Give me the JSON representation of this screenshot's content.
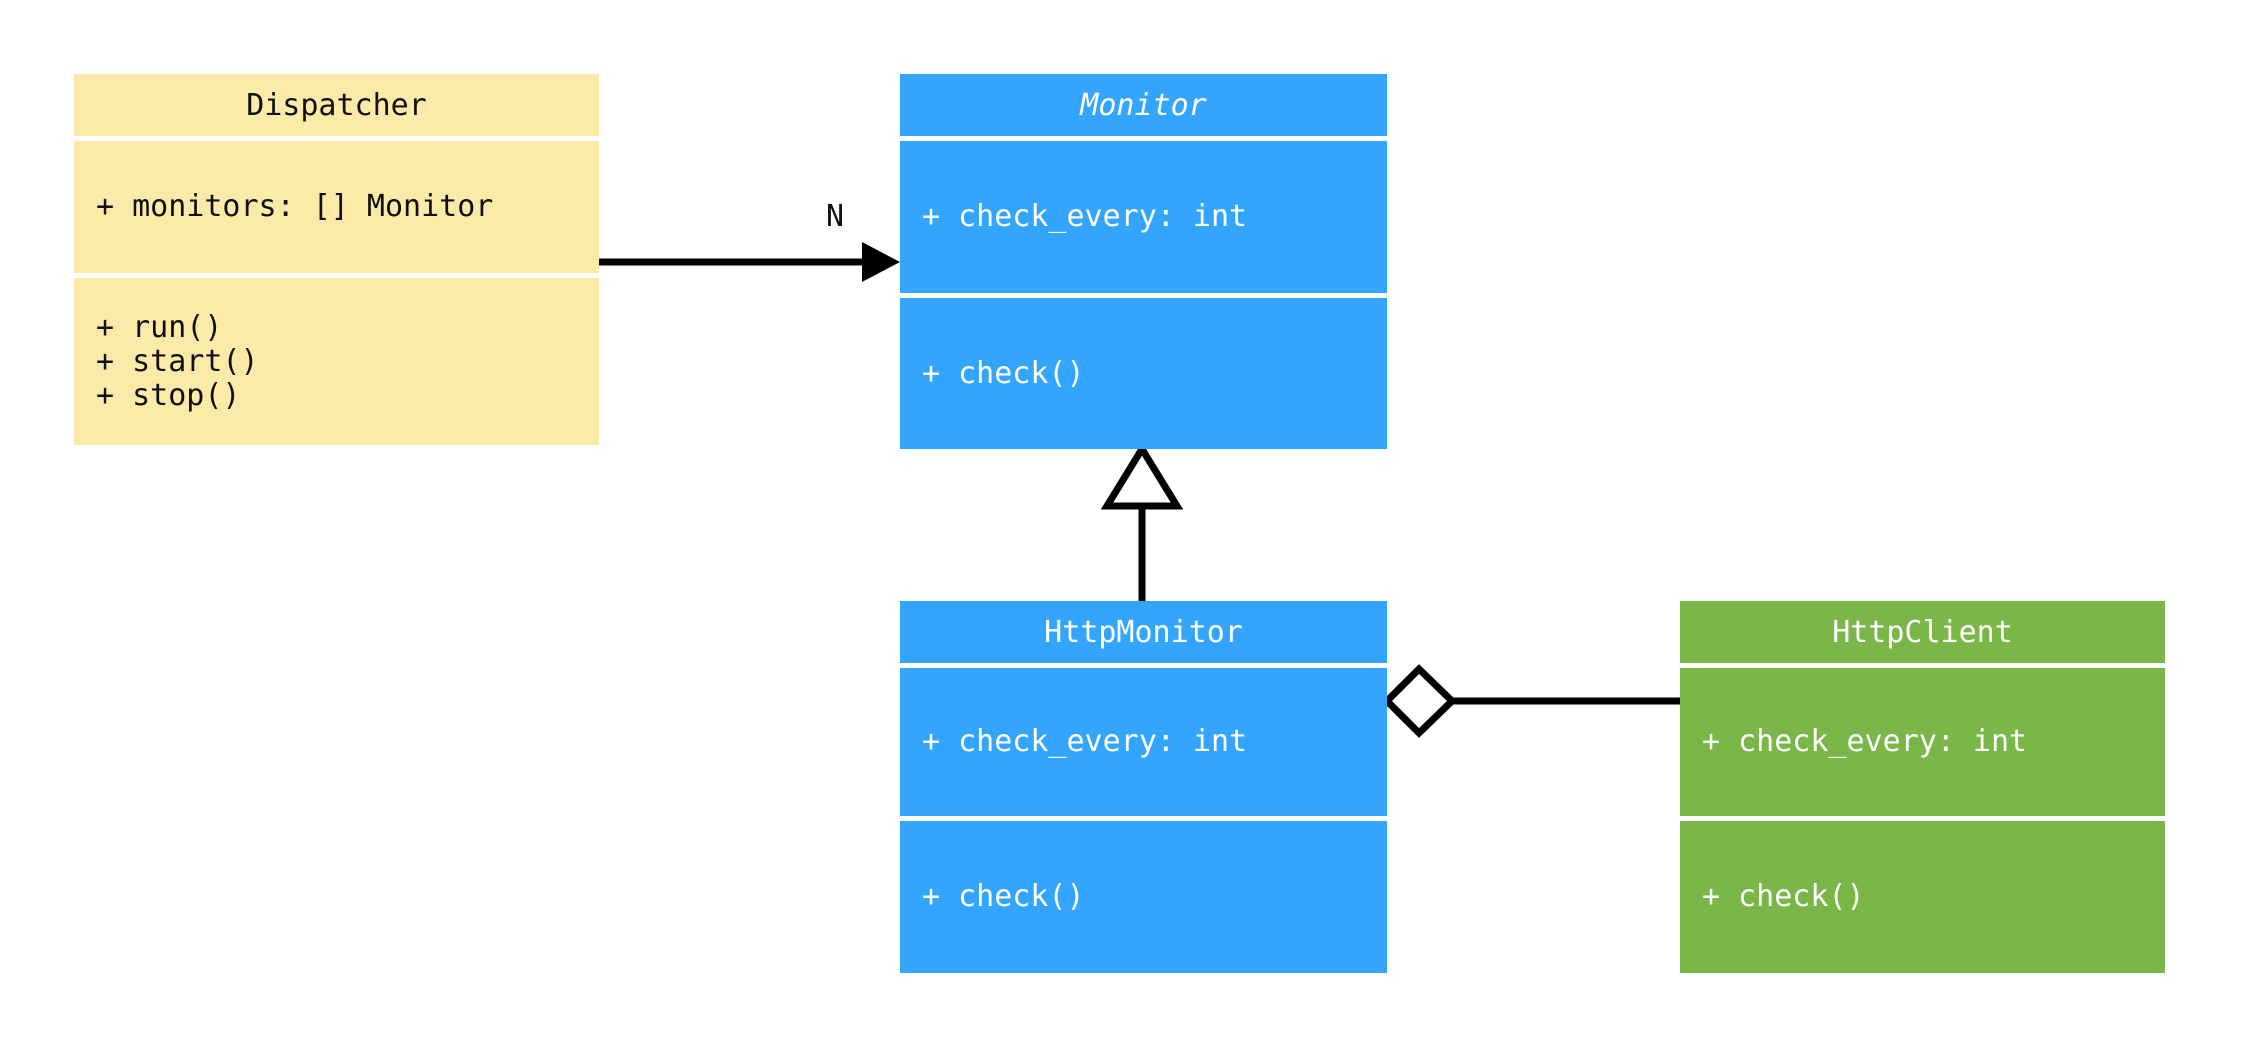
{
  "diagram": {
    "type": "uml-class-diagram",
    "title": "",
    "background_color": "#ffffff",
    "palette": {
      "yellow": "#fceba8",
      "blue": "#33a5ff",
      "green": "#7ab648",
      "line": "#000000",
      "dark_text": "#101010",
      "light_text": "#ffffff"
    }
  },
  "classes": [
    {
      "id": "dispatcher",
      "name": "Dispatcher",
      "abstract": false,
      "color": "#fceba8",
      "text_color": "#101010",
      "attributes": [
        "+ monitors: [] Monitor"
      ],
      "operations": [
        "+ run()",
        "+ start()",
        "+ stop()"
      ]
    },
    {
      "id": "monitor",
      "name": "Monitor",
      "abstract": true,
      "color": "#33a5ff",
      "text_color": "#ffffff",
      "attributes": [
        "+ check_every: int"
      ],
      "operations": [
        "+ check()"
      ]
    },
    {
      "id": "httpmonitor",
      "name": "HttpMonitor",
      "abstract": false,
      "color": "#33a5ff",
      "text_color": "#ffffff",
      "attributes": [
        "+ check_every: int"
      ],
      "operations": [
        "+ check()"
      ]
    },
    {
      "id": "httpclient",
      "name": "HttpClient",
      "abstract": false,
      "color": "#7ab648",
      "text_color": "#ffffff",
      "attributes": [
        "+ check_every: int"
      ],
      "operations": [
        "+ check()"
      ]
    }
  ],
  "relationships": [
    {
      "id": "dispatcher-to-monitor",
      "kind": "association",
      "from": "dispatcher",
      "to": "monitor",
      "arrow_head": "solid-filled-arrow",
      "label": "N"
    },
    {
      "id": "httpmonitor-to-monitor",
      "kind": "generalization",
      "from": "httpmonitor",
      "to": "monitor",
      "arrow_head": "hollow-triangle",
      "label": ""
    },
    {
      "id": "httpmonitor-to-httpclient",
      "kind": "aggregation",
      "from": "httpmonitor",
      "to": "httpclient",
      "arrow_head": "hollow-diamond",
      "label": ""
    }
  ]
}
